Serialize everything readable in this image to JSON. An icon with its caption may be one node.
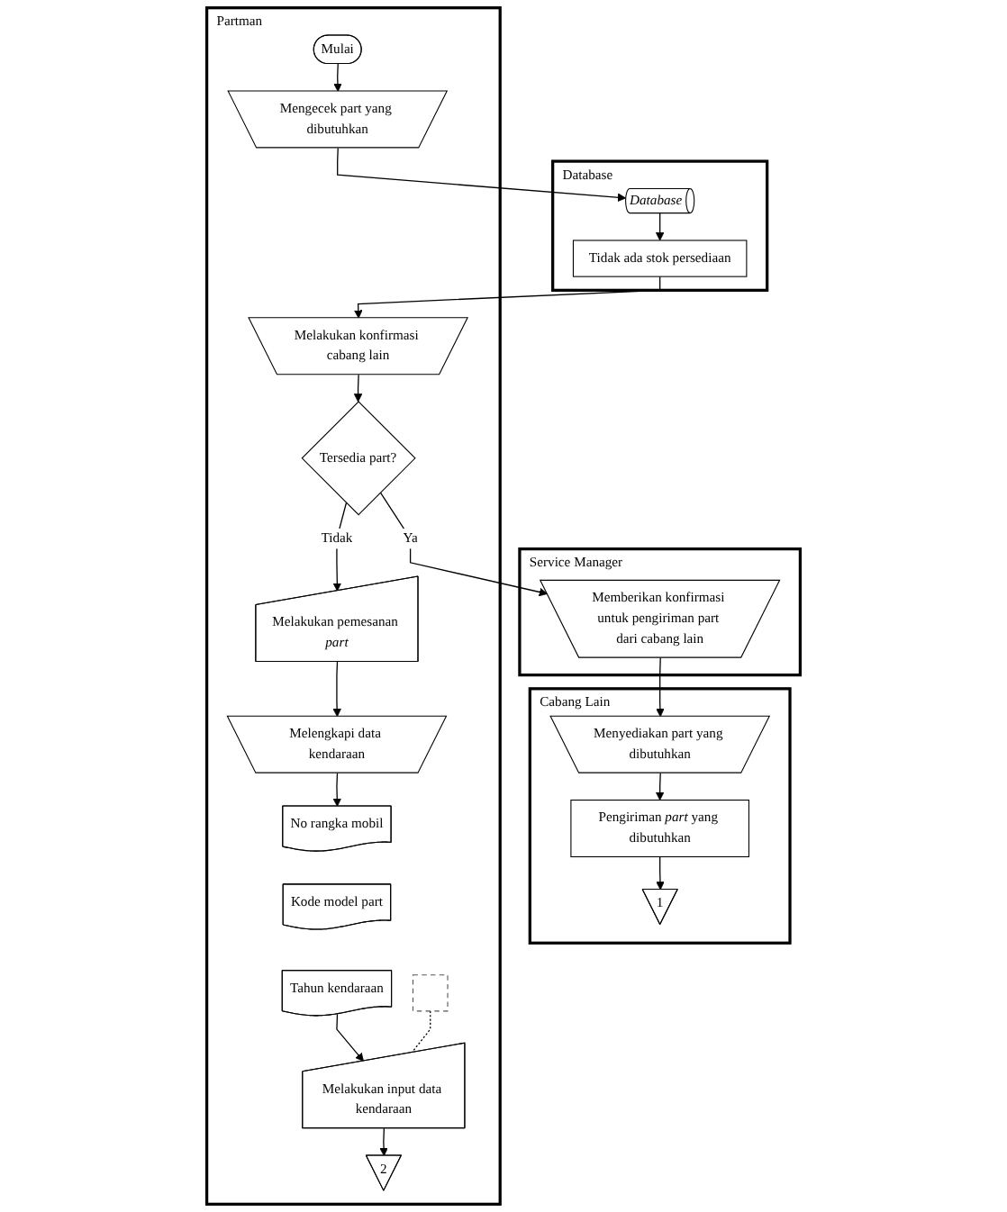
{
  "diagram": {
    "nodes": [
      {
        "text": [
          "Partman"
        ]
      },
      {
        "text": [
          "Cabang Lain"
        ]
      },
      {
        "text": [
          "Service Manager"
        ]
      },
      {
        "text": [
          "Database"
        ]
      },
      {
        "text": [
          "Mulai"
        ],
        "in": 0
      },
      {
        "text": [
          "Mengecek part yang dibutuhkan"
        ],
        "in": 0
      },
      {
        "text": [
          "Database"
        ],
        "in": 3
      },
      {
        "text": [
          "Tidak ada stok persediaan"
        ],
        "in": 3
      },
      {
        "text": [
          "Melakukan konfirmasi cabang lain"
        ],
        "in": 0
      },
      {
        "text": [
          "Tersedia part?"
        ],
        "in": 0
      },
      {
        "text": [
          "Memberikan konfirmasi untuk pengiriman part dari cabang lain"
        ],
        "in": 2
      },
      {
        "text": [
          "Melakukan pemesanan *part*"
        ],
        "in": 0
      },
      {
        "text": [
          "Menyediakan part yang dibutuhkan"
        ],
        "in": 1
      },
      {
        "text": [
          "Melengkapi data kendaraan"
        ],
        "in": 0
      },
      {
        "text": [
          "Pengiriman *part* yang dibutuhkan"
        ],
        "in": 1
      },
      {
        "text": [
          "No rangka mobil"
        ],
        "in": 0
      },
      {
        "text": [
          "Kode model part"
        ],
        "in": 0
      },
      {
        "text": [
          "Tahun kendaraan"
        ],
        "in": 0
      },
      {
        "text": [
          "1"
        ],
        "in": 1
      },
      {
        "text": [],
        "shape": "box",
        "in": 0
      },
      {
        "text": [
          "Melakukan input data kendaraan"
        ],
        "in": 0
      },
      {
        "text": [
          "2"
        ],
        "in": 0
      }
    ],
    "edges": [
      {
        "from": 4,
        "to": 5,
        "arrow": "to"
      },
      {
        "from": 5,
        "to": 6,
        "arrow": "to"
      },
      {
        "from": 6,
        "to": 7,
        "arrow": "to"
      },
      {
        "from": 7,
        "to": 8,
        "arrow": "to"
      },
      {
        "from": 8,
        "to": 9,
        "arrow": "to"
      },
      {
        "from": 9,
        "to": 10,
        "arrow": "to",
        "label": "Ya"
      },
      {
        "from": 9,
        "to": 11,
        "arrow": "to",
        "label": "Tidak"
      },
      {
        "from": 10,
        "to": 12,
        "arrow": "to"
      },
      {
        "from": 11,
        "to": 13,
        "arrow": "to"
      },
      {
        "from": 12,
        "to": 14,
        "arrow": "to"
      },
      {
        "from": 13,
        "to": 15,
        "arrow": "to"
      },
      {
        "from": 14,
        "to": 18,
        "arrow": "to"
      },
      {
        "from": 17,
        "to": 20,
        "arrow": "to"
      },
      {
        "from": 19,
        "to": 20,
        "arrow": "none",
        "style": "dashed"
      },
      {
        "from": 20,
        "to": 21,
        "arrow": "to"
      }
    ]
  }
}
